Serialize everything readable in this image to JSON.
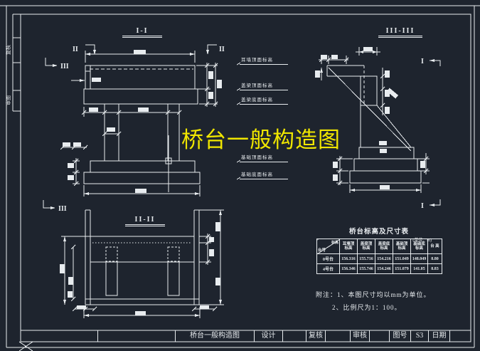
{
  "colors": {
    "background": "#1e242e",
    "line": "#e8ecef",
    "title_yellow": "#f0e600"
  },
  "main_title": "桥台一般构造图",
  "view_labels": {
    "front": "I-I",
    "plan": "II-II",
    "side": "III-III"
  },
  "markers": {
    "one": "I",
    "two": "II",
    "three": "III"
  },
  "elevation_labels": {
    "ear_wall_top": "耳墙顶面标高",
    "cap_top": "盖梁顶面标高",
    "cap_bottom": "盖梁底面标高",
    "foundation_top": "基础顶面标高",
    "foundation_bottom": "基础底面标高"
  },
  "side_strip_stamps": {
    "stamp1": "复核",
    "stamp2": "审图"
  },
  "table": {
    "title": "桥台标高及尺寸表",
    "unit_note": "(单位：m)",
    "corner_top": "标高",
    "corner_bottom": "台号",
    "columns": [
      "耳墙顶\n标高",
      "盖梁顶\n标高",
      "盖梁底\n标高",
      "基础顶\n标高",
      "基础底\n标高",
      "台 高"
    ],
    "rows": [
      {
        "name": "0号台",
        "values": [
          "156.316",
          "155.716",
          "154.216",
          "151.049",
          "148.049",
          "8.80"
        ]
      },
      {
        "name": "4号台",
        "values": [
          "156.346",
          "155.746",
          "154.246",
          "151.079",
          "141.05",
          "8.83"
        ]
      }
    ]
  },
  "notes": {
    "line1": "附注：1、本图尺寸均以mm为单位。",
    "line2": "2、比例尺为1：100。"
  },
  "title_block": {
    "drawing_name": "桥台一般构造图",
    "design": "设计",
    "check": "复核",
    "review": "审核",
    "sheet_label": "图号",
    "sheet_no": "S3",
    "date_label": "日期"
  }
}
